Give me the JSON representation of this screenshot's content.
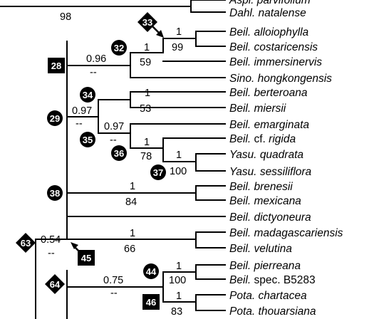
{
  "taxa": [
    {
      "id": "t0",
      "genus": "Aspl.",
      "species": "parvifolium"
    },
    {
      "id": "t1",
      "genus": "Dahl.",
      "species": "natalense"
    },
    {
      "id": "t2",
      "genus": "Beil.",
      "species": "alloiophylla"
    },
    {
      "id": "t3",
      "genus": "Beil.",
      "species": "costaricensis"
    },
    {
      "id": "t4",
      "genus": "Beil.",
      "species": "immersinervis"
    },
    {
      "id": "t5",
      "genus": "Sino.",
      "species": "hongkongensis"
    },
    {
      "id": "t6",
      "genus": "Beil.",
      "species": "berteroana"
    },
    {
      "id": "t7",
      "genus": "Beil.",
      "species": "miersii"
    },
    {
      "id": "t8",
      "genus": "Beil.",
      "species": "emarginata"
    },
    {
      "id": "t9",
      "genus": "Beil.",
      "qualifier": "cf.",
      "species": "rigida"
    },
    {
      "id": "t10",
      "genus": "Yasu.",
      "species": "quadrata"
    },
    {
      "id": "t11",
      "genus": "Yasu.",
      "species": "sessiliflora"
    },
    {
      "id": "t12",
      "genus": "Beil.",
      "species": "brenesii"
    },
    {
      "id": "t13",
      "genus": "Beil.",
      "species": "mexicana"
    },
    {
      "id": "t14",
      "genus": "Beil.",
      "species": "dictyoneura"
    },
    {
      "id": "t15",
      "genus": "Beil.",
      "species": "madagascariensis"
    },
    {
      "id": "t16",
      "genus": "Beil.",
      "species": "velutina"
    },
    {
      "id": "t17",
      "genus": "Beil.",
      "species": "pierreana"
    },
    {
      "id": "t18",
      "genus": "Beil.",
      "qualifier": "spec.",
      "species": "B5283"
    },
    {
      "id": "t19",
      "genus": "Pota.",
      "species": "chartacea"
    },
    {
      "id": "t20",
      "genus": "Pota.",
      "species": "thouarsiana"
    }
  ],
  "support_values": [
    {
      "id": "s98",
      "text": "98"
    },
    {
      "id": "s33pp",
      "text": "1"
    },
    {
      "id": "s33bs",
      "text": "99"
    },
    {
      "id": "s32pp",
      "text": "1"
    },
    {
      "id": "s32bs",
      "text": "59"
    },
    {
      "id": "s28pp",
      "text": "0.96"
    },
    {
      "id": "s28bs",
      "text": "--"
    },
    {
      "id": "s34pp",
      "text": "1"
    },
    {
      "id": "s34bs",
      "text": "53"
    },
    {
      "id": "s29pp",
      "text": "0.97"
    },
    {
      "id": "s29bs",
      "text": "--"
    },
    {
      "id": "s35pp",
      "text": "0.97"
    },
    {
      "id": "s35bs",
      "text": "--"
    },
    {
      "id": "s36pp",
      "text": "1"
    },
    {
      "id": "s36bs",
      "text": "78"
    },
    {
      "id": "s37pp",
      "text": "1"
    },
    {
      "id": "s37bs",
      "text": "100"
    },
    {
      "id": "s38pp",
      "text": "1"
    },
    {
      "id": "s38bs",
      "text": "84"
    },
    {
      "id": "s45pp",
      "text": "1"
    },
    {
      "id": "s45bs",
      "text": "66"
    },
    {
      "id": "s63pp",
      "text": "0.54"
    },
    {
      "id": "s63bs",
      "text": "--"
    },
    {
      "id": "s44pp",
      "text": "1"
    },
    {
      "id": "s44bs",
      "text": "100"
    },
    {
      "id": "s64pp",
      "text": "0.75"
    },
    {
      "id": "s64bs",
      "text": "--"
    },
    {
      "id": "s46pp",
      "text": "1"
    },
    {
      "id": "s46bs",
      "text": "83"
    }
  ],
  "node_labels": [
    {
      "id": "n33",
      "label": "33",
      "shape": "diamond"
    },
    {
      "id": "n32",
      "label": "32",
      "shape": "circle"
    },
    {
      "id": "n28",
      "label": "28",
      "shape": "square"
    },
    {
      "id": "n34",
      "label": "34",
      "shape": "circle"
    },
    {
      "id": "n29",
      "label": "29",
      "shape": "circle"
    },
    {
      "id": "n35",
      "label": "35",
      "shape": "circle"
    },
    {
      "id": "n36",
      "label": "36",
      "shape": "circle"
    },
    {
      "id": "n37",
      "label": "37",
      "shape": "circle"
    },
    {
      "id": "n38",
      "label": "38",
      "shape": "circle"
    },
    {
      "id": "n63",
      "label": "63",
      "shape": "diamond"
    },
    {
      "id": "n45",
      "label": "45",
      "shape": "square"
    },
    {
      "id": "n44",
      "label": "44",
      "shape": "circle"
    },
    {
      "id": "n64",
      "label": "64",
      "shape": "diamond"
    },
    {
      "id": "n46",
      "label": "46",
      "shape": "square"
    }
  ]
}
